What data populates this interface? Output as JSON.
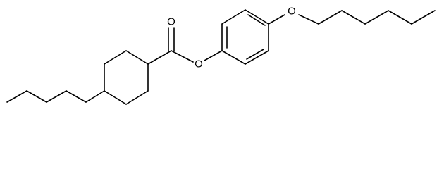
{
  "molecule": {
    "atoms": {
      "carbonyl_oxygen": "O",
      "ester_oxygen": "O",
      "ether_oxygen": "O"
    }
  },
  "colors": {
    "background": "#ffffff",
    "bond": "#000000",
    "label": "#000000"
  }
}
